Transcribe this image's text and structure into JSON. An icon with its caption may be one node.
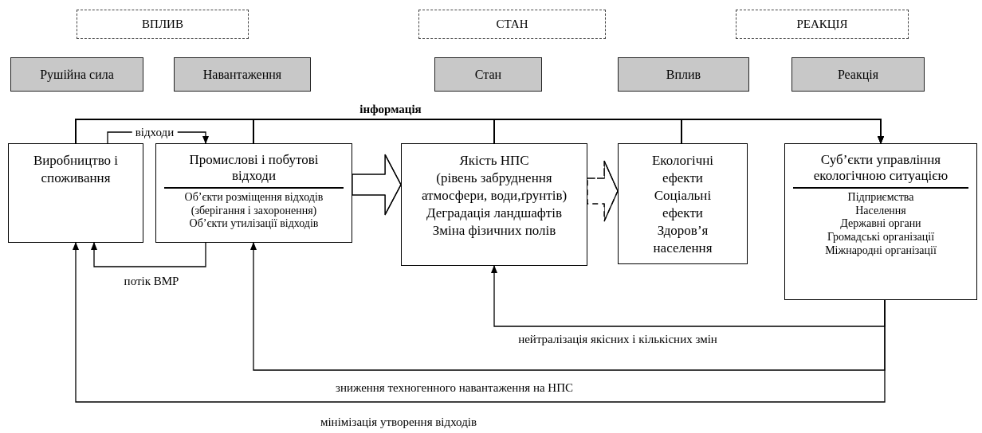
{
  "diagram": {
    "nodes": [
      {
        "text": [
          "ВПЛИВ"
        ]
      },
      {
        "text": [
          "СТАН"
        ]
      },
      {
        "text": [
          "РЕАКЦІЯ"
        ]
      },
      {
        "text": [
          "Рушійна сила"
        ]
      },
      {
        "text": [
          "Навантаження"
        ]
      },
      {
        "text": [
          "Стан"
        ]
      },
      {
        "text": [
          "Вплив"
        ]
      },
      {
        "text": [
          "Реакція"
        ]
      },
      {
        "text": [
          "Виробництво і споживання"
        ]
      },
      {
        "text": [
          "Промислові і побутові відходи",
          "Об’єкти розміщення відходів (зберігання і захоронення)",
          "Об’єкти утилізації відходів"
        ]
      },
      {
        "text": [
          "Якість НПС",
          "(рівень забруднення атмосфери, води,ґрунтів)",
          "Деградація ландшафтів",
          "Зміна фізичних полів"
        ]
      },
      {
        "text": [
          "Екологічні ефекти",
          "Соціальні ефекти",
          "Здоров’я населення"
        ]
      },
      {
        "text": [
          "Суб’єкти управління екологічною ситуацією",
          "Підприємства",
          "Населення",
          "Державні органи",
          "Громадські організації",
          "Міжнародні організації"
        ]
      }
    ],
    "edges": [
      {
        "from": 8,
        "to": 12,
        "arrow": "to",
        "label": "інформація"
      },
      {
        "from": 9,
        "to": 12,
        "arrow": "to"
      },
      {
        "from": 10,
        "to": 12,
        "arrow": "to"
      },
      {
        "from": 11,
        "to": 12,
        "arrow": "to"
      },
      {
        "from": 8,
        "to": 9,
        "arrow": "to",
        "label": "відходи"
      },
      {
        "from": 9,
        "to": 10,
        "arrow": "to"
      },
      {
        "from": 10,
        "to": 11,
        "arrow": "to",
        "style": "dashed"
      },
      {
        "from": 9,
        "to": 8,
        "arrow": "to",
        "label": "потік ВМР"
      },
      {
        "from": 12,
        "to": 10,
        "arrow": "to",
        "label": "нейтралізація якісних і кількісних змін"
      },
      {
        "from": 12,
        "to": 9,
        "arrow": "to",
        "label": "зниження техногенного навантаження на НПС"
      },
      {
        "from": 12,
        "to": 8,
        "arrow": "to",
        "label": "мінімізація утворення відходів"
      }
    ]
  }
}
